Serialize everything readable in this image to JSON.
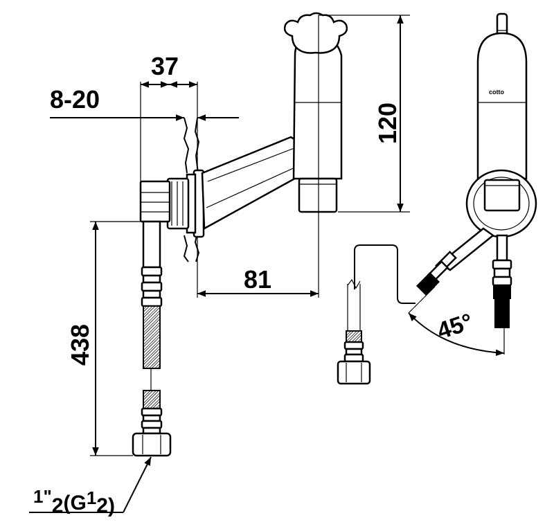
{
  "dimensions": {
    "width_37": "37",
    "wall_8_20": "8-20",
    "height_120": "120",
    "projection_81": "81",
    "hose_438": "438",
    "angle_45": "45°"
  },
  "thread_label": {
    "whole": "1",
    "fraction_den": "2",
    "inch_mark": "\"",
    "open": "(G",
    "g_num": "1",
    "g_den": "2)"
  },
  "brand_logo": "cotto",
  "colors": {
    "line": "#000000",
    "background": "#ffffff"
  }
}
